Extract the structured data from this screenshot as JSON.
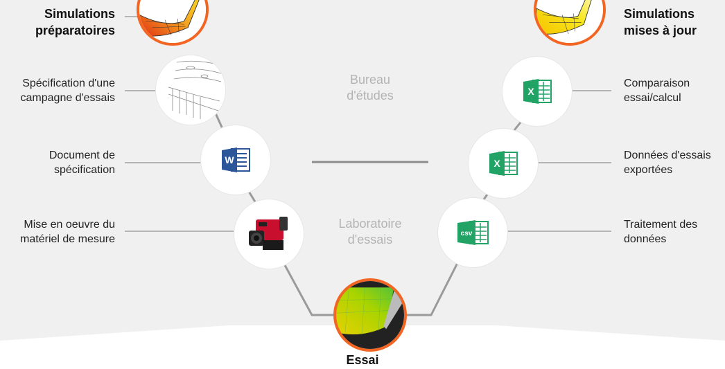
{
  "diagram": {
    "left_labels": [
      "Simulations\npréparatoires",
      "Spécification d'une\ncampagne d'essais",
      "Document de\nspécification",
      "Mise en oeuvre du\nmatériel de mesure"
    ],
    "right_labels": [
      "Simulations\nmises à jour",
      "Comparaison\nessai/calcul",
      "Données d'essais\nexportées",
      "Traitement des\ndonnées"
    ],
    "zone_top": "Bureau\nd'études",
    "zone_bottom": "Laboratoire\nd'essais",
    "bottom_label": "Essai",
    "icon_labels": {
      "excel": "X",
      "word": "W",
      "csv": "csv"
    },
    "colors": {
      "accent": "#f26522",
      "excel_green": "#21a366",
      "word_blue": "#2b579a",
      "line_gray": "#b5b5b5"
    }
  }
}
